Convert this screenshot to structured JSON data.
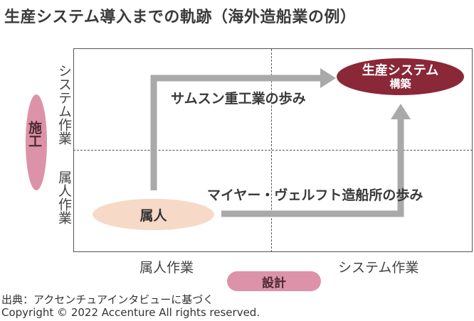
{
  "title": "生産システム導入までの軌跡（海外造船業の例）",
  "y_axis": {
    "pill_label": "施工",
    "top_label": "システム作業",
    "bottom_label": "属人作業"
  },
  "x_axis": {
    "pill_label": "設計",
    "left_label": "属人作業",
    "right_label": "システム作業"
  },
  "nodes": {
    "goal_line1": "生産システム",
    "goal_line2": "構築",
    "start": "属人"
  },
  "paths": {
    "samsung": "サムスン重工業の歩み",
    "meyer": "マイヤー・ヴェルフト造船所の歩み"
  },
  "colors": {
    "accent_pink": "#dc93a9",
    "goal": "#8a2838",
    "start": "#f6d9c6",
    "arrow": "#a9a9a9"
  },
  "footer": {
    "source": "出典：アクセンチュアインタビューに基づく",
    "copyright": "Copyright © 2022 Accenture All rights reserved."
  }
}
